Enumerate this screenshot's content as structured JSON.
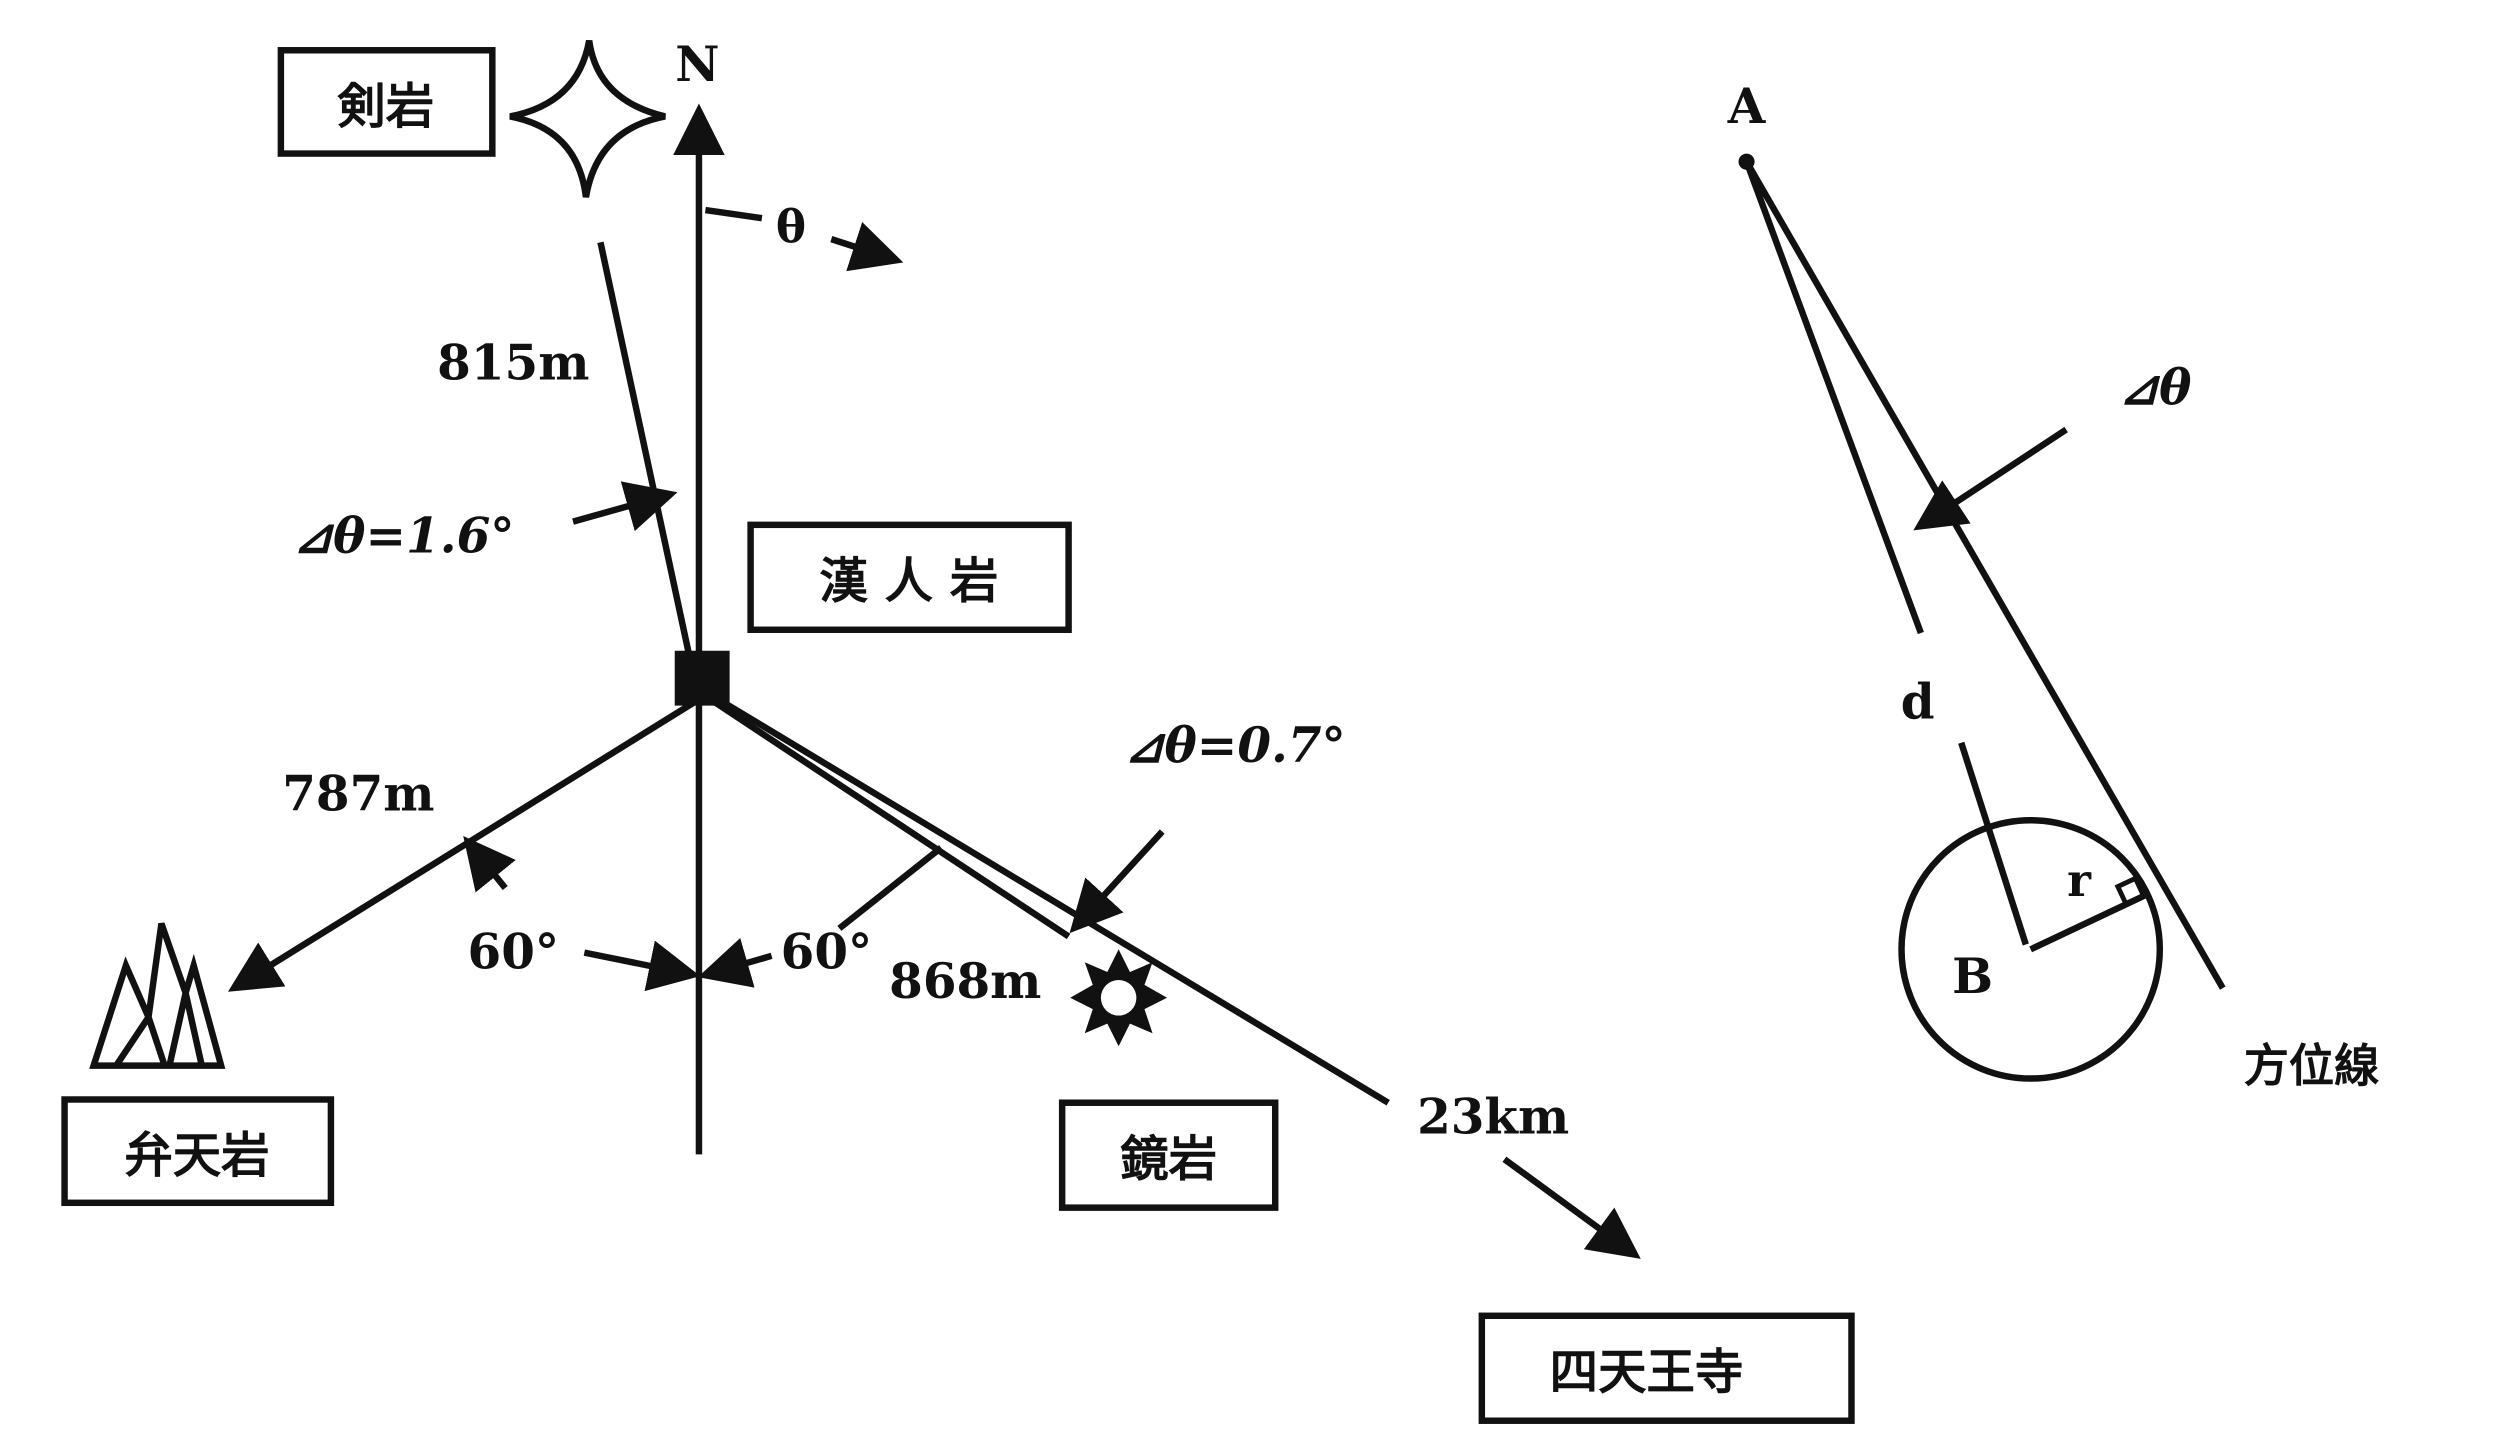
{
  "left_diagram": {
    "north_label": "N",
    "theta_label": "θ",
    "places": {
      "tsurugi": "剣岩",
      "kanjin": "漢 人 岩",
      "benten": "弁天岩",
      "kagami": "鏡岩",
      "shitennoji": "四天王寺"
    },
    "distances": {
      "tsurugi": "815m",
      "benten": "787m",
      "kagami": "868m",
      "shitennoji": "23km"
    },
    "delta_theta_tsurugi": "⊿θ=1.6°",
    "delta_theta_kagami": "⊿θ=0.7°",
    "angle_left": "60°",
    "angle_right": "60°"
  },
  "right_diagram": {
    "point_a": "A",
    "point_b": "B",
    "distance_label": "d",
    "radius_label": "r",
    "delta_theta": "⊿θ",
    "bearing_line_label": "方位線"
  }
}
